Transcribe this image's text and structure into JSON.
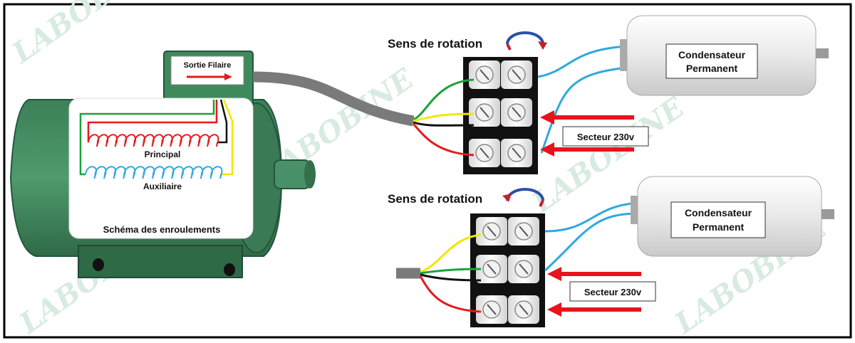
{
  "watermark": "LABOBINE",
  "motor": {
    "output_label": "Sortie Filaire",
    "schema_title": "Schéma des enroulements",
    "winding_main": "Principal",
    "winding_aux": "Auxiliaire"
  },
  "top": {
    "rotation_title": "Sens de rotation",
    "capacitor_line1": "Condensateur",
    "capacitor_line2": "Permanent",
    "mains_label": "Secteur 230v"
  },
  "bottom": {
    "rotation_title": "Sens de rotation",
    "capacitor_line1": "Condensateur",
    "capacitor_line2": "Permanent",
    "mains_label": "Secteur 230v"
  },
  "colors": {
    "motor_green": "#3f8a5e",
    "wire_red": "#e41b1b",
    "wire_green": "#1aa33a",
    "wire_yellow": "#f2e600",
    "wire_black": "#111111",
    "wire_blue": "#2fa8e0",
    "cable_grey": "#7a7a7a",
    "arrow_red": "#e8141b"
  }
}
